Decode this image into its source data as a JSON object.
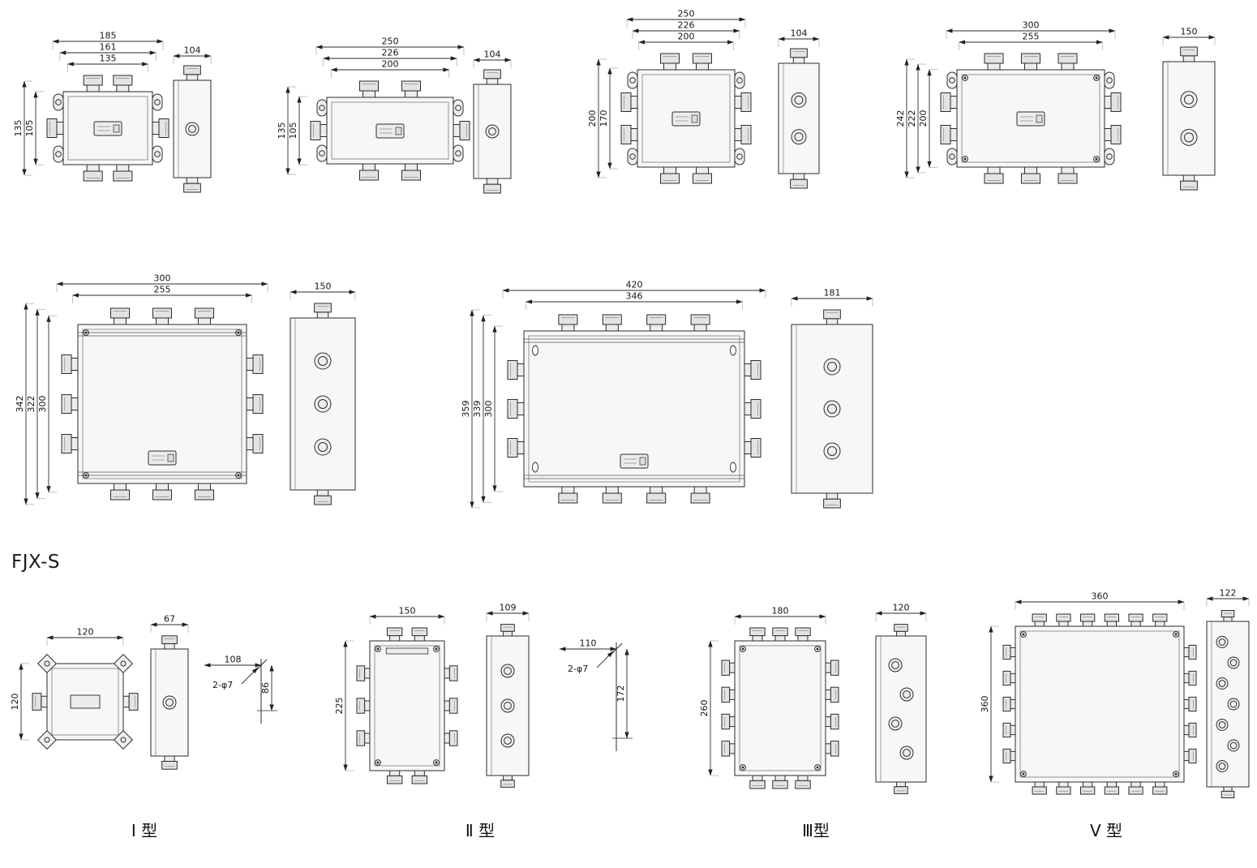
{
  "page": {
    "background": "#ffffff",
    "line_color": "#2b2b2b",
    "series_label": "FJX-S"
  },
  "type_labels": [
    {
      "label": "Ⅰ 型"
    },
    {
      "label": "Ⅱ 型"
    },
    {
      "label": "Ⅲ型"
    },
    {
      "label": "Ⅴ 型"
    }
  ],
  "drawings": [
    {
      "id": "box-185",
      "front": {
        "top_dims": [
          "185",
          "161",
          "135"
        ],
        "left_dims": [
          "135",
          "105"
        ]
      },
      "side": {
        "width_dim": "104"
      }
    },
    {
      "id": "box-250a",
      "front": {
        "top_dims": [
          "250",
          "226",
          "200"
        ],
        "left_dims": [
          "135",
          "105"
        ]
      },
      "side": {
        "width_dim": "104"
      }
    },
    {
      "id": "box-250b",
      "front": {
        "top_dims": [
          "250",
          "226",
          "200"
        ],
        "left_dims": [
          "200",
          "170"
        ]
      },
      "side": {
        "width_dim": "104"
      }
    },
    {
      "id": "box-300a",
      "front": {
        "top_dims": [
          "300",
          "255"
        ],
        "left_dims": [
          "242",
          "222",
          "200"
        ]
      },
      "side": {
        "width_dim": "150"
      }
    },
    {
      "id": "box-300b",
      "front": {
        "top_dims": [
          "300",
          "255"
        ],
        "left_dims": [
          "342",
          "322",
          "300"
        ]
      },
      "side": {
        "width_dim": "150"
      }
    },
    {
      "id": "box-420",
      "front": {
        "top_dims": [
          "420",
          "346"
        ],
        "left_dims": [
          "359",
          "339",
          "300"
        ]
      },
      "side": {
        "width_dim": "181"
      }
    },
    {
      "id": "fjxs-type-1",
      "front": {
        "top_dims": [
          "120"
        ],
        "left_dims": [
          "120"
        ]
      },
      "side": {
        "width_dim": "67"
      },
      "mount": {
        "width_dim": "108",
        "hole_note": "2-φ7",
        "height_dim": "86"
      }
    },
    {
      "id": "fjxs-type-2",
      "front": {
        "top_dims": [
          "150"
        ],
        "left_dims": [
          "225"
        ]
      },
      "side": {
        "width_dim": "109"
      },
      "mount": {
        "width_dim": "110",
        "hole_note": "2-φ7",
        "height_dim": "172"
      }
    },
    {
      "id": "fjxs-type-3",
      "front": {
        "top_dims": [
          "180"
        ],
        "left_dims": [
          "260"
        ]
      },
      "side": {
        "width_dim": "120"
      }
    },
    {
      "id": "fjxs-type-5",
      "front": {
        "top_dims": [
          "360"
        ],
        "left_dims": [
          "360"
        ]
      },
      "side": {
        "width_dim": "122"
      }
    }
  ]
}
